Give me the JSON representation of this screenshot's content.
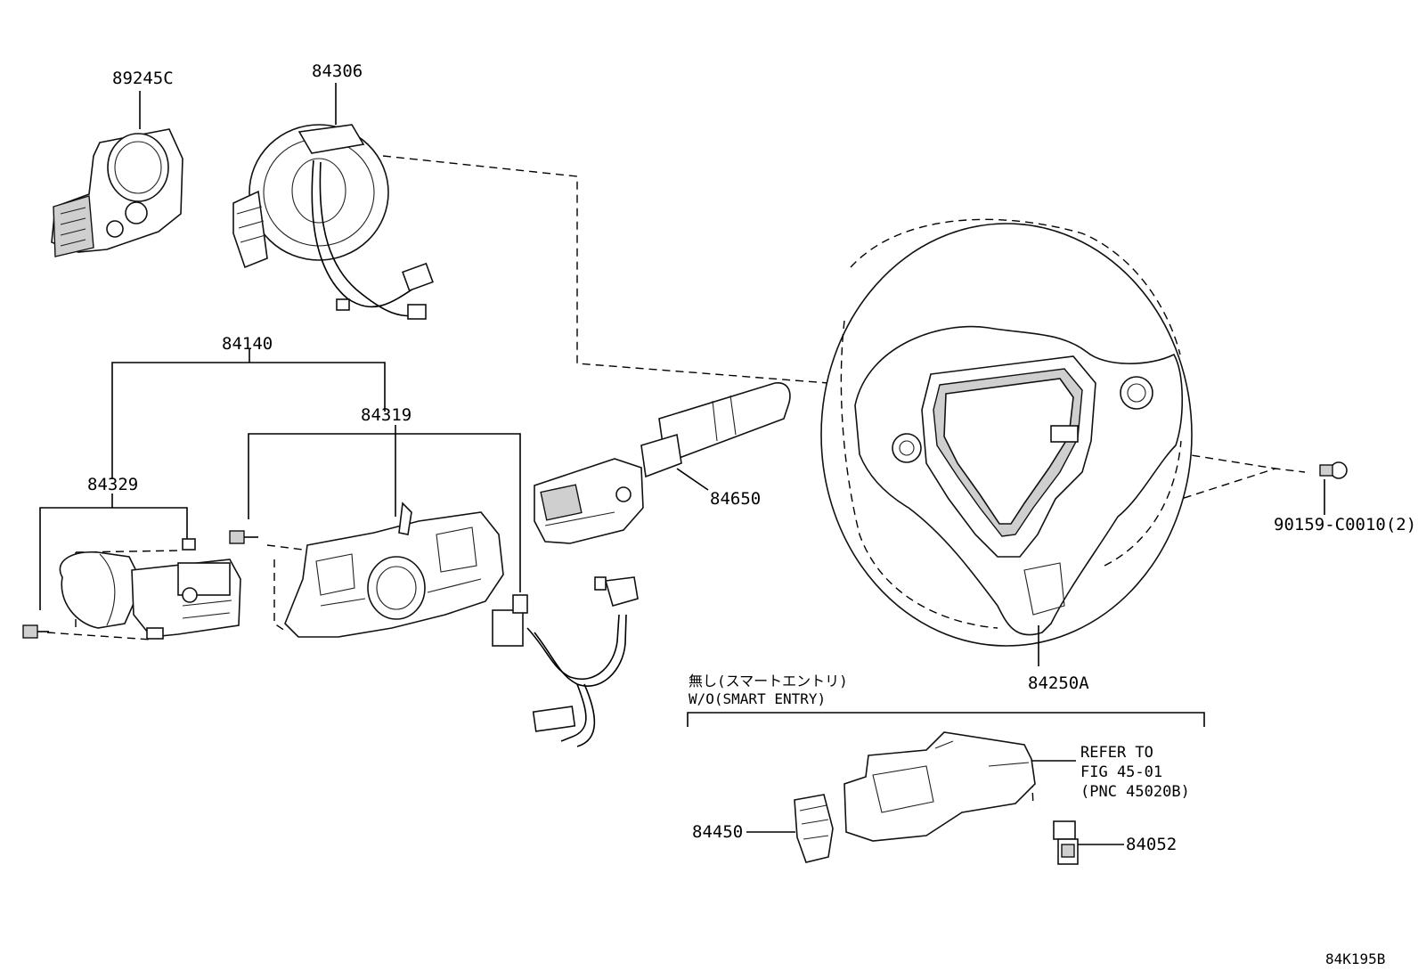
{
  "labels": {
    "p89245c": "89245C",
    "p84306": "84306",
    "p84140": "84140",
    "p84319": "84319",
    "p84329": "84329",
    "p84650": "84650",
    "p90159": "90159-C0010(2)",
    "p84250a": "84250A",
    "p84450": "84450",
    "p84052": "84052",
    "figure_code": "84K195B"
  },
  "notes": {
    "smart_entry_jp": "無し(スマートエントリ)",
    "smart_entry_en": "W/O(SMART ENTRY)",
    "refer_line1": "REFER TO",
    "refer_line2": "FIG 45-01",
    "refer_line3": "(PNC 45020B)"
  }
}
